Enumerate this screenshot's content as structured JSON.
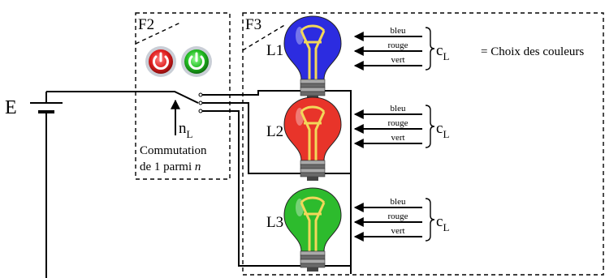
{
  "frames": {
    "f2": "F2",
    "f3": "F3"
  },
  "battery": {
    "label": "E"
  },
  "switch": {
    "control_main": "n",
    "control_sub": "L",
    "caption_line1": "Commutation",
    "caption_line2_prefix": "de 1 parmi ",
    "caption_line2_italic": "n"
  },
  "buttons": {
    "off": "power-off",
    "on": "power-on"
  },
  "lamps": [
    {
      "label": "L1",
      "color": "#2c2ce0"
    },
    {
      "label": "L2",
      "color": "#e8342a"
    },
    {
      "label": "L3",
      "color": "#2dbb2d"
    }
  ],
  "colour_inputs": {
    "bleu": "bleu",
    "rouge": "rouge",
    "vert": "vert"
  },
  "colour_choice": {
    "symbol_main": "c",
    "symbol_sub": "L",
    "legend": "= Choix des couleurs"
  }
}
